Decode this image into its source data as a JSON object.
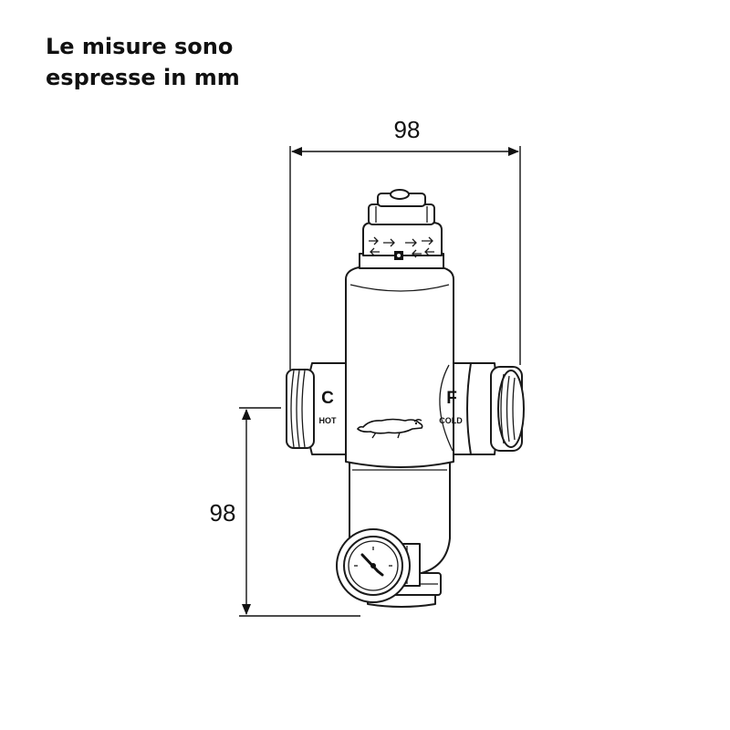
{
  "note": {
    "line1": "Le misure sono",
    "line2": "espresse in mm"
  },
  "dimensions": {
    "width": "98",
    "height": "98"
  },
  "ports": {
    "hot": {
      "letter": "C",
      "label": "HOT"
    },
    "cold": {
      "letter": "F",
      "label": "COLD"
    }
  }
}
